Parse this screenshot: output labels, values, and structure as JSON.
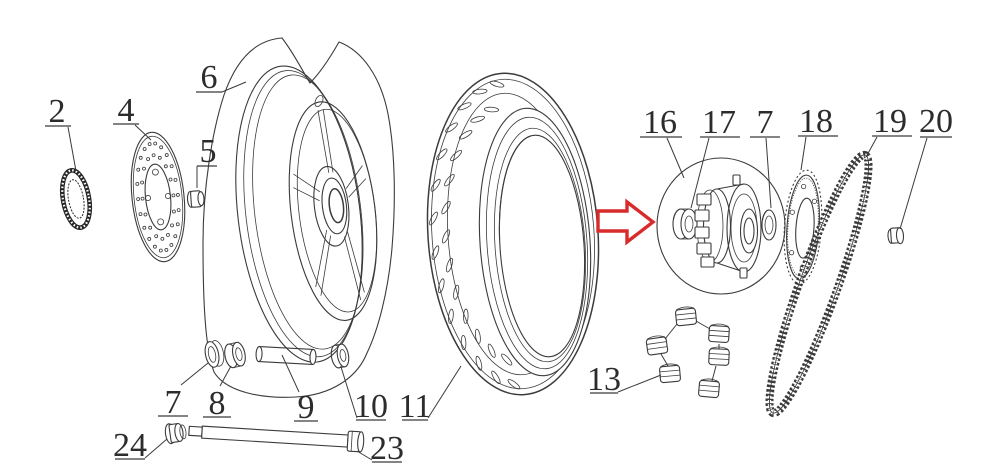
{
  "diagram": {
    "background_color": "#ffffff",
    "line_color": "#3b3b3b",
    "arrow": {
      "color": "#d92b2b",
      "direction": "right"
    },
    "callouts": [
      {
        "label": "2"
      },
      {
        "label": "4"
      },
      {
        "label": "5"
      },
      {
        "label": "6"
      },
      {
        "label": "7"
      },
      {
        "label": "8"
      },
      {
        "label": "9"
      },
      {
        "label": "10"
      },
      {
        "label": "11"
      },
      {
        "label": "13"
      },
      {
        "label": "16"
      },
      {
        "label": "17"
      },
      {
        "label": "7"
      },
      {
        "label": "18"
      },
      {
        "label": "19"
      },
      {
        "label": "20"
      },
      {
        "label": "23"
      },
      {
        "label": "24"
      }
    ]
  }
}
